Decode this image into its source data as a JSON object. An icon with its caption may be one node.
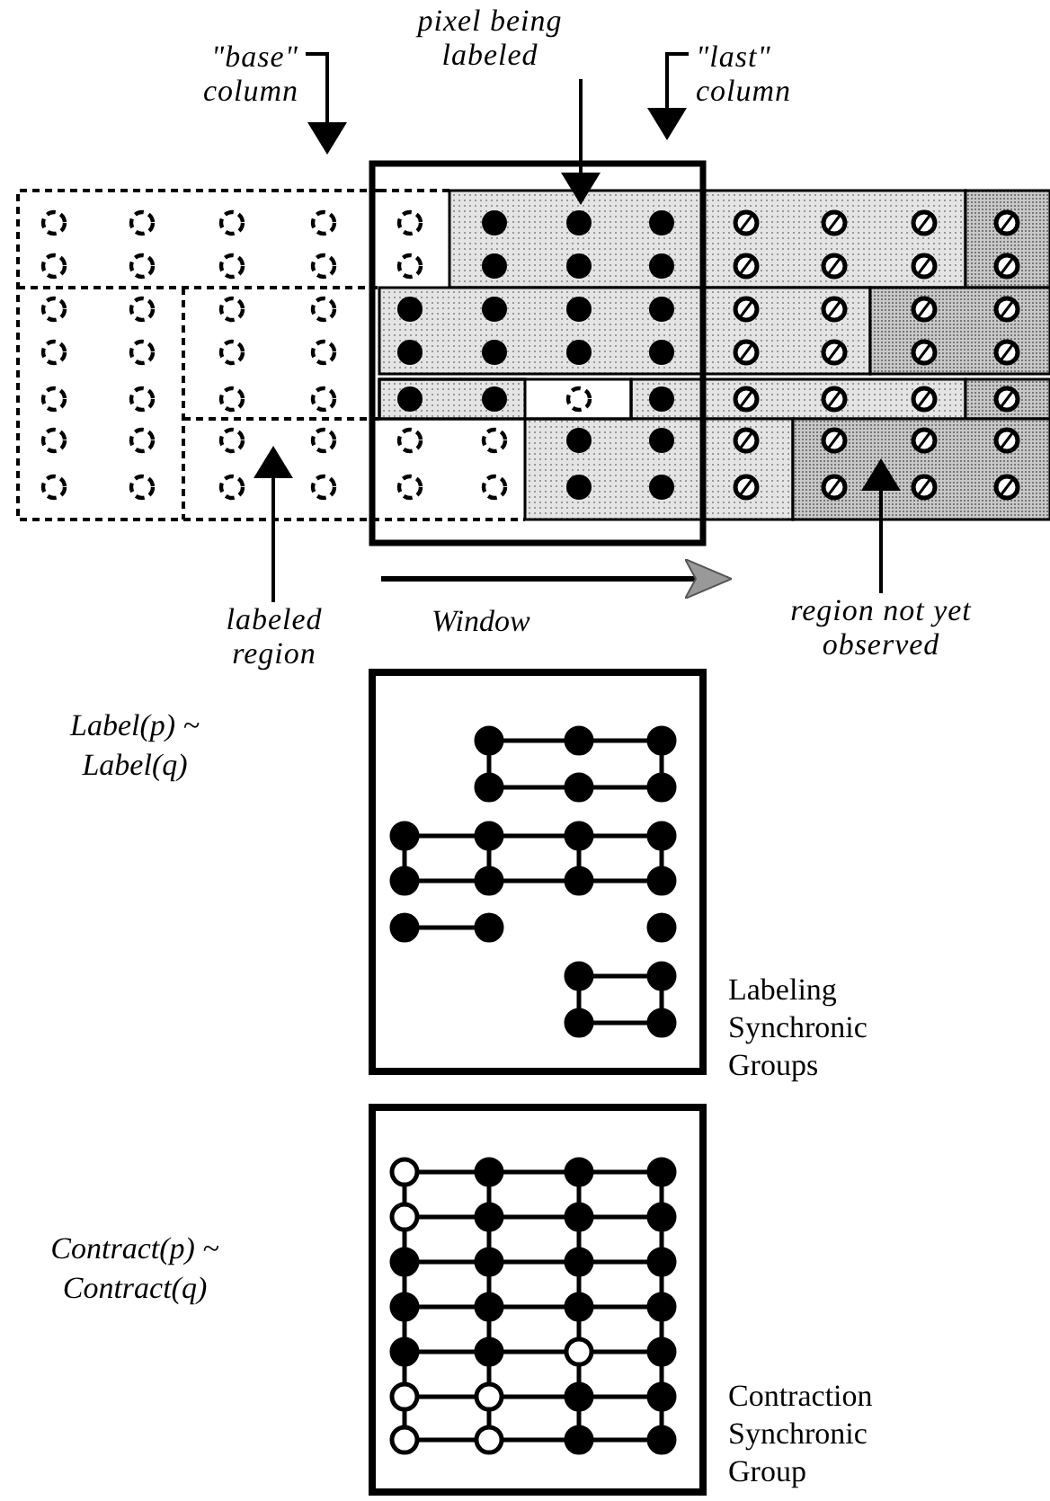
{
  "diagram": {
    "nodes": [
      {
        "text": [
          "\"base\" column"
        ]
      },
      {
        "text": [
          "pixel being labeled"
        ]
      },
      {
        "text": [
          "\"last\" column"
        ]
      },
      {
        "text": [
          "labeled region"
        ]
      },
      {
        "text": [
          "region not yet observed"
        ]
      }
    ],
    "edges": [
      {
        "from": 0,
        "to": null,
        "arrow": "to"
      },
      {
        "from": 1,
        "to": null,
        "arrow": "to"
      },
      {
        "from": 2,
        "to": null,
        "arrow": "to"
      },
      {
        "from": 3,
        "to": null,
        "arrow": "to"
      },
      {
        "from": 4,
        "to": null,
        "arrow": "to"
      }
    ],
    "labels": [
      "Window",
      "Label(p) ~ Label(q)",
      "Labeling Synchronic Groups",
      "Contract(p) ~ Contract(q)",
      "Contraction Synchronic Group"
    ]
  }
}
